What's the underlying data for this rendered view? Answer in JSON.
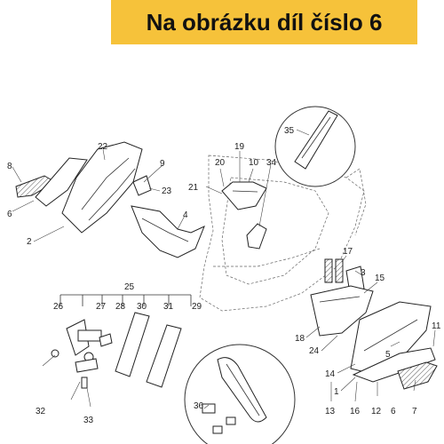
{
  "banner": {
    "text": "Na obrázku díl číslo 6"
  },
  "diagram": {
    "labels": [
      "1",
      "2",
      "3",
      "4",
      "5",
      "6",
      "7",
      "8",
      "9",
      "10",
      "11",
      "12",
      "13",
      "14",
      "15",
      "16",
      "17",
      "18",
      "19",
      "20",
      "21",
      "22",
      "23",
      "24",
      "25",
      "26",
      "27",
      "28",
      "29",
      "30",
      "31",
      "32",
      "33",
      "34",
      "35",
      "36"
    ]
  }
}
